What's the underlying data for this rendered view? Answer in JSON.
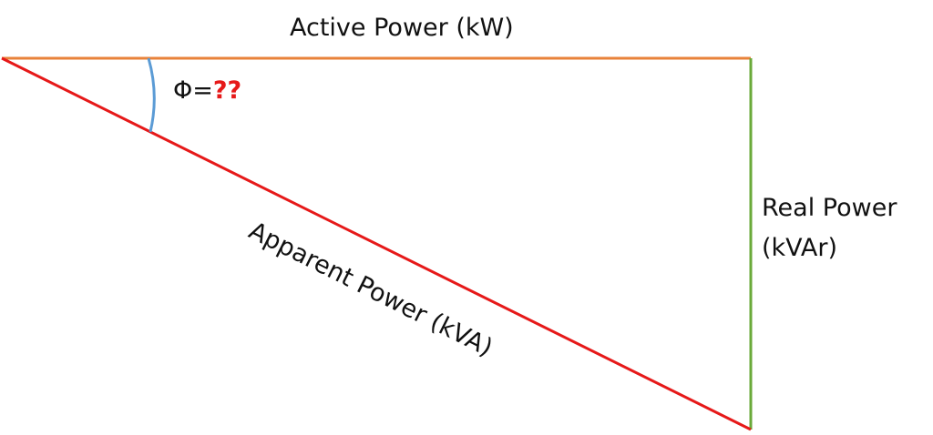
{
  "labels": {
    "active_power": "Active Power (kW)",
    "real_power_line1": "Real Power",
    "real_power_line2": "(kVAr)",
    "apparent_power": "Apparent Power (kVA)",
    "angle_symbol": "Φ=",
    "angle_value": "??"
  },
  "colors": {
    "active_power_line": "#e8823a",
    "real_power_line": "#6aaa3a",
    "apparent_power_line": "#e61919",
    "angle_arc": "#5b9bd5",
    "angle_unknown_text": "#e61919"
  }
}
